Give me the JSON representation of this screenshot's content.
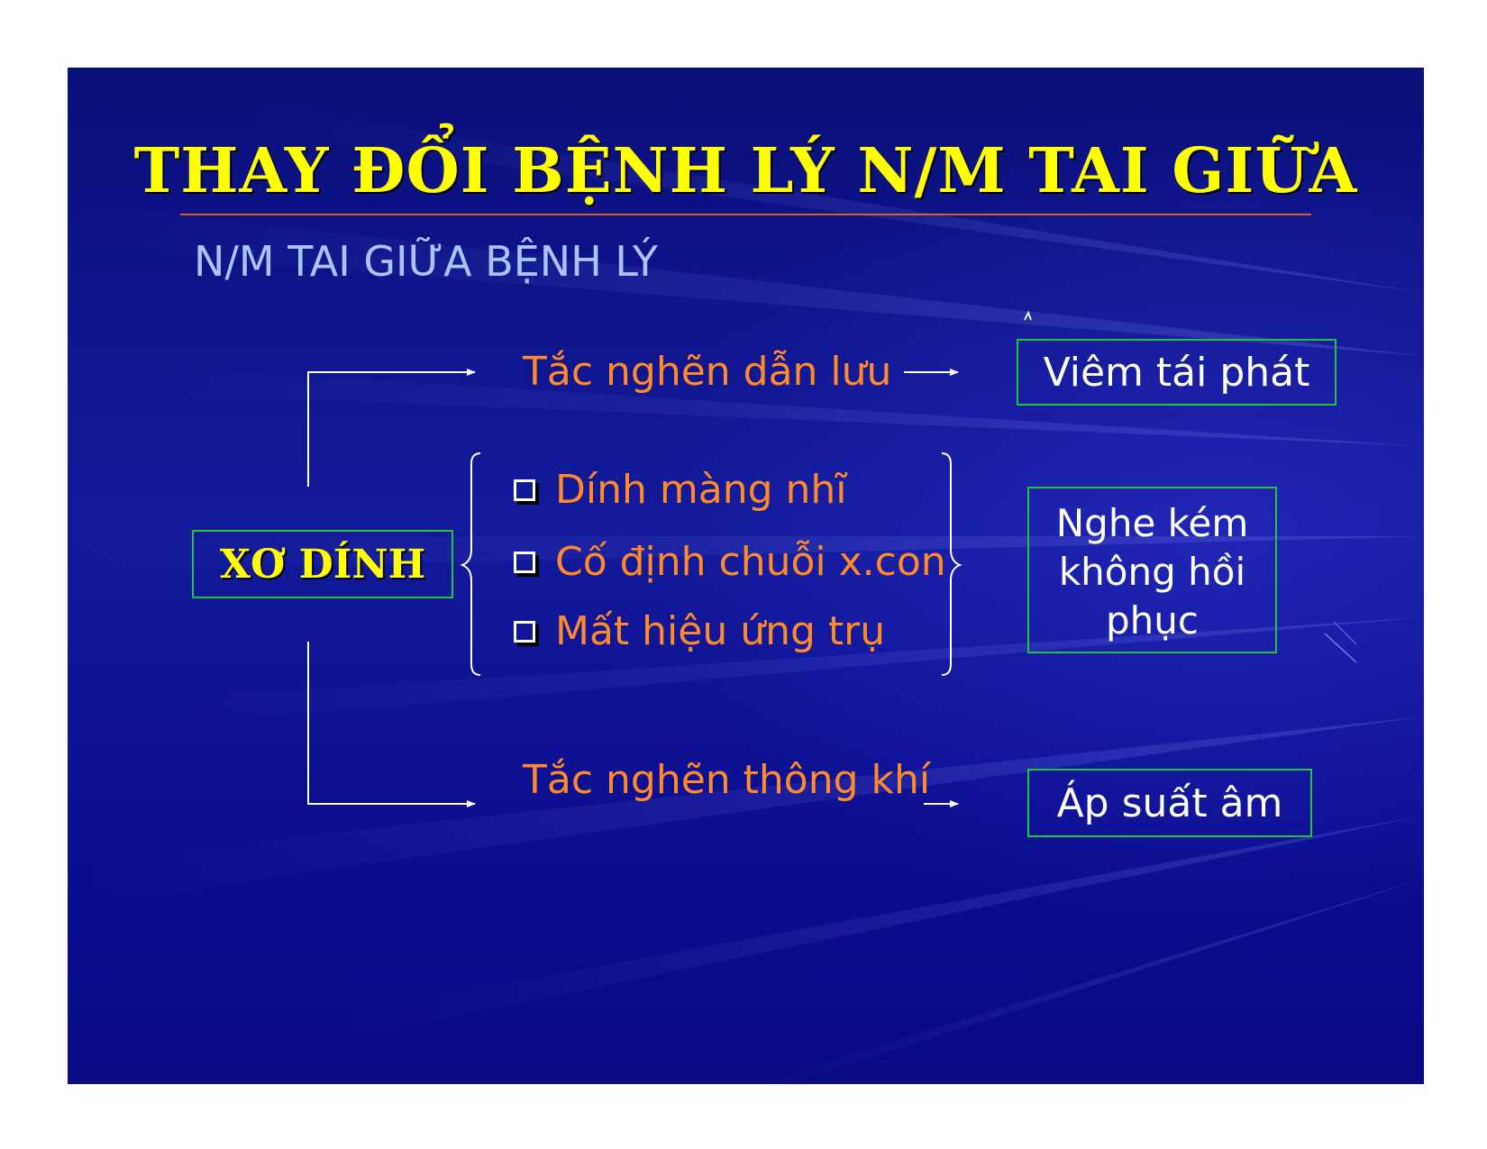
{
  "slide": {
    "title": "THAY ĐỔI BỆNH LÝ N/M TAI GIỮA",
    "subtitle": "N/M TAI GIỮA BỆNH LÝ"
  },
  "diagram": {
    "center": "XƠ DÍNH",
    "top_branch": {
      "cause": "Tắc nghẽn dẫn lưu",
      "result": "Viêm tái phát"
    },
    "middle_group": {
      "items": [
        "Dính màng nhĩ",
        "Cố định chuỗi x.con",
        "Mất hiệu ứng trụ"
      ],
      "result": "Nghe kém\nkhông hồi\nphục"
    },
    "bottom_branch": {
      "cause": "Tắc nghẽn thông khí",
      "result": "Áp suất âm"
    }
  },
  "colors": {
    "background": "#0b1090",
    "title": "#ffff00",
    "subtitle": "#a9c4ff",
    "cause_text": "#ff8a2a",
    "box_border": "#22c43a",
    "rule": "#d9601a",
    "connector": "#ffffff"
  },
  "icons": [
    "checkbox-bullet-icon",
    "arrow-right-icon",
    "left-brace-icon",
    "right-brace-icon"
  ]
}
